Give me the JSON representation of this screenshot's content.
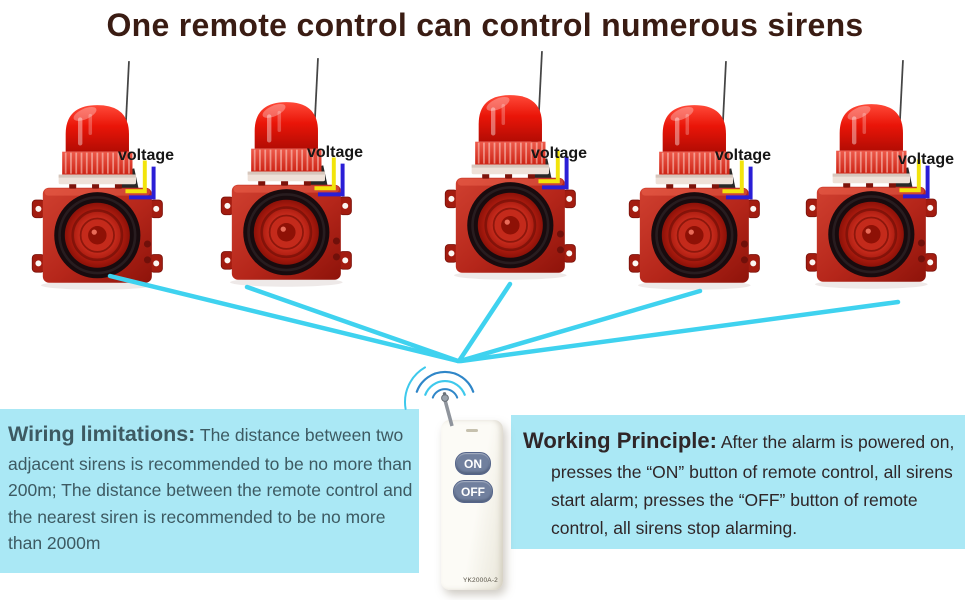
{
  "title": "One remote control can control numerous sirens",
  "sirens": [
    {
      "label": "voltage"
    },
    {
      "label": "voltage"
    },
    {
      "label": "voltage"
    },
    {
      "label": "voltage"
    },
    {
      "label": "voltage"
    }
  ],
  "remote": {
    "on_label": "ON",
    "off_label": "OFF",
    "model": "YK2000A-2"
  },
  "wiring_box": {
    "heading": "Wiring limitations:",
    "body": "The distance between two adjacent sirens is recommended to be no more than 200m; The distance between the remote control and the nearest siren is recommended to be no more than 2000m"
  },
  "principle_box": {
    "heading": "Working Principle:",
    "body": "After the alarm is  powered on, presses the “ON” button of remote control, all sirens start alarm; presses the “OFF” button of remote control, all sirens stop alarming."
  },
  "colors": {
    "title_text": "#3a1c13",
    "info_box_bg": "#aae8f5",
    "wiring_text": "#3d5a62",
    "principle_text": "#2f2628",
    "connection_line": "#3fd2ef",
    "siren_red": "#c62a1b",
    "wire_yellow": "#f2e40b",
    "wire_blue": "#2a1ed6",
    "remote_button": "#71809e"
  }
}
